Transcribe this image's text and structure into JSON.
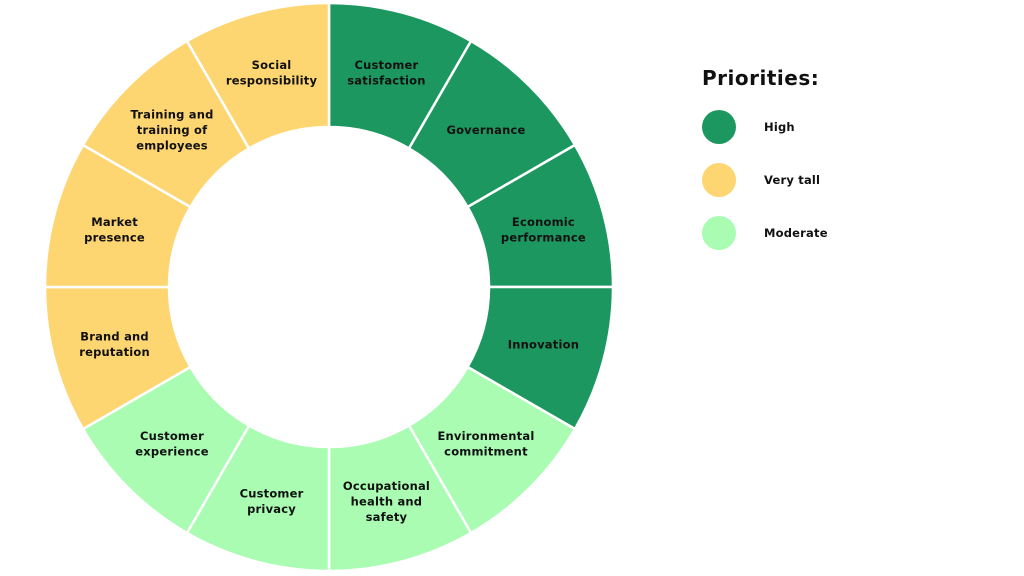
{
  "legend": {
    "title": "Priorities:",
    "items": [
      {
        "label": "High",
        "color": "#1d9760"
      },
      {
        "label": "Very tall",
        "color": "#fdd571"
      },
      {
        "label": "Moderate",
        "color": "#a9fcb2"
      }
    ]
  },
  "segments": [
    {
      "lines": [
        "Customer",
        "satisfaction"
      ],
      "priority": 0
    },
    {
      "lines": [
        "Governance"
      ],
      "priority": 0
    },
    {
      "lines": [
        "Economic",
        "performance"
      ],
      "priority": 0
    },
    {
      "lines": [
        "Innovation"
      ],
      "priority": 0
    },
    {
      "lines": [
        "Environmental",
        "commitment"
      ],
      "priority": 2
    },
    {
      "lines": [
        "Occupational",
        "health and",
        "safety"
      ],
      "priority": 2
    },
    {
      "lines": [
        "Customer",
        "privacy"
      ],
      "priority": 2
    },
    {
      "lines": [
        "Customer",
        "experience"
      ],
      "priority": 2
    },
    {
      "lines": [
        "Brand and",
        "reputation"
      ],
      "priority": 1
    },
    {
      "lines": [
        "Market",
        "presence"
      ],
      "priority": 1
    },
    {
      "lines": [
        "Training and",
        "training of",
        "employees"
      ],
      "priority": 1
    },
    {
      "lines": [
        "Social",
        "responsibility"
      ],
      "priority": 1
    }
  ]
}
